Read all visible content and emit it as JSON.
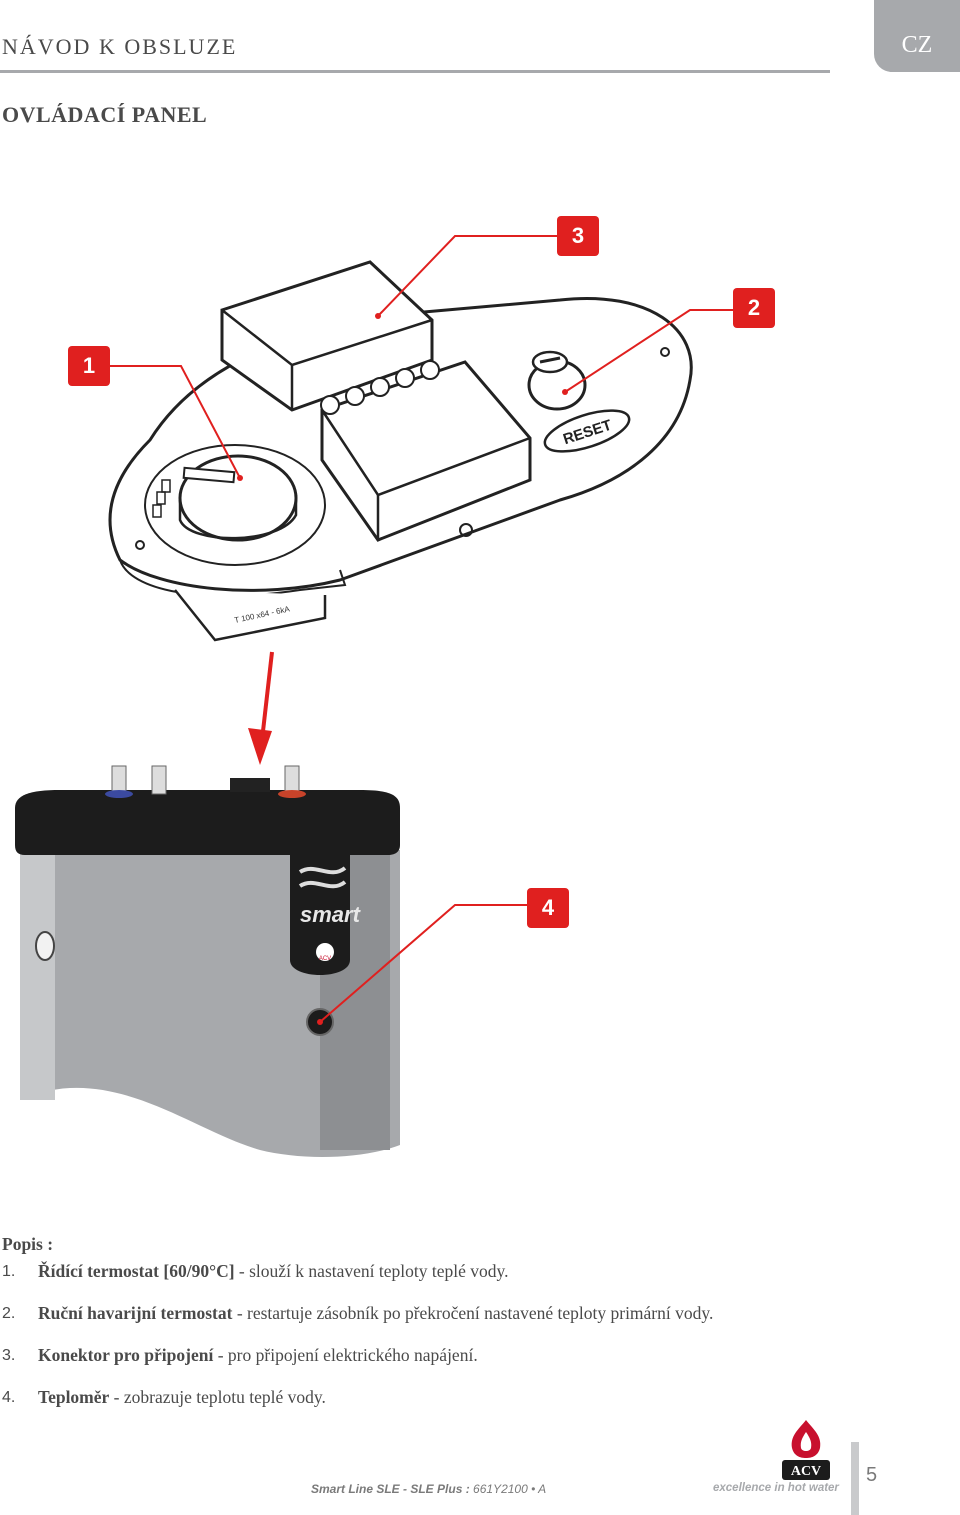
{
  "header": {
    "title": "NÁVOD K OBSLUZE",
    "lang": "CZ"
  },
  "section_title": "OVLÁDACÍ PANEL",
  "figure": {
    "callouts": [
      "1",
      "2",
      "3",
      "4"
    ],
    "reset_label": "RESET",
    "brand_mark": "smart",
    "logo_text": "ACV"
  },
  "description": {
    "heading": "Popis :",
    "items": [
      {
        "num": "1.",
        "title": "Řídící termostat [60/90°C]",
        "text": " - slouží k nastavení teploty teplé vody."
      },
      {
        "num": "2.",
        "title": "Ruční havarijní termostat",
        "text": " - restartuje zásobník po překročení nastavené teploty primární vody."
      },
      {
        "num": "3.",
        "title": "Konektor pro připojení",
        "text": " - pro připojení elektrického napájení."
      },
      {
        "num": "4.",
        "title": "Teploměr",
        "text": " - zobrazuje teplotu teplé vody."
      }
    ]
  },
  "footer": {
    "doc_bold": "Smart Line SLE - SLE Plus :",
    "doc_code": " 661Y2100 • A",
    "tagline": "excellence in hot water",
    "logo_text": "ACV",
    "page": "5"
  },
  "colors": {
    "accent_red": "#e0201f",
    "header_gray": "#a7a9ac",
    "text_gray": "#4a4a4a"
  }
}
